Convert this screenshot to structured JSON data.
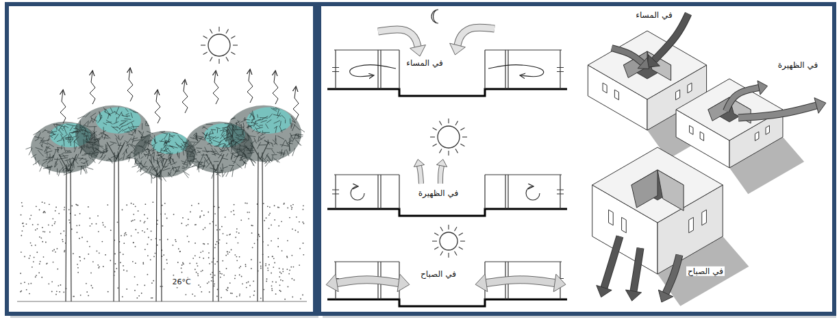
{
  "diagram": {
    "labels": [
      "26°C",
      "في المساء",
      "في الظهيرة",
      "في الصباح",
      "في المساء",
      "في الظهيرة",
      "في الصباح"
    ]
  }
}
